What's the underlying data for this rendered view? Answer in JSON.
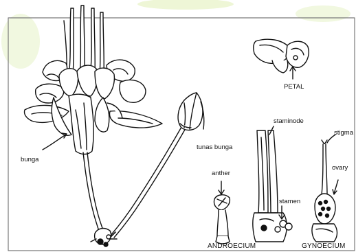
{
  "labels": {
    "bunga": "bunga",
    "tunas_bunga": "tunas bunga",
    "petal": "PETAL",
    "staminode": "staminode",
    "stigma": "stigma",
    "anther": "anther",
    "ovary": "ovary",
    "stamen": "stamen",
    "androecium": "ANDROECIUM",
    "gynoecium": "GYNOECIUM"
  },
  "colors": {
    "ink": "#111111",
    "border": "#7a7a7a",
    "watermark": "#e9f3c9"
  }
}
